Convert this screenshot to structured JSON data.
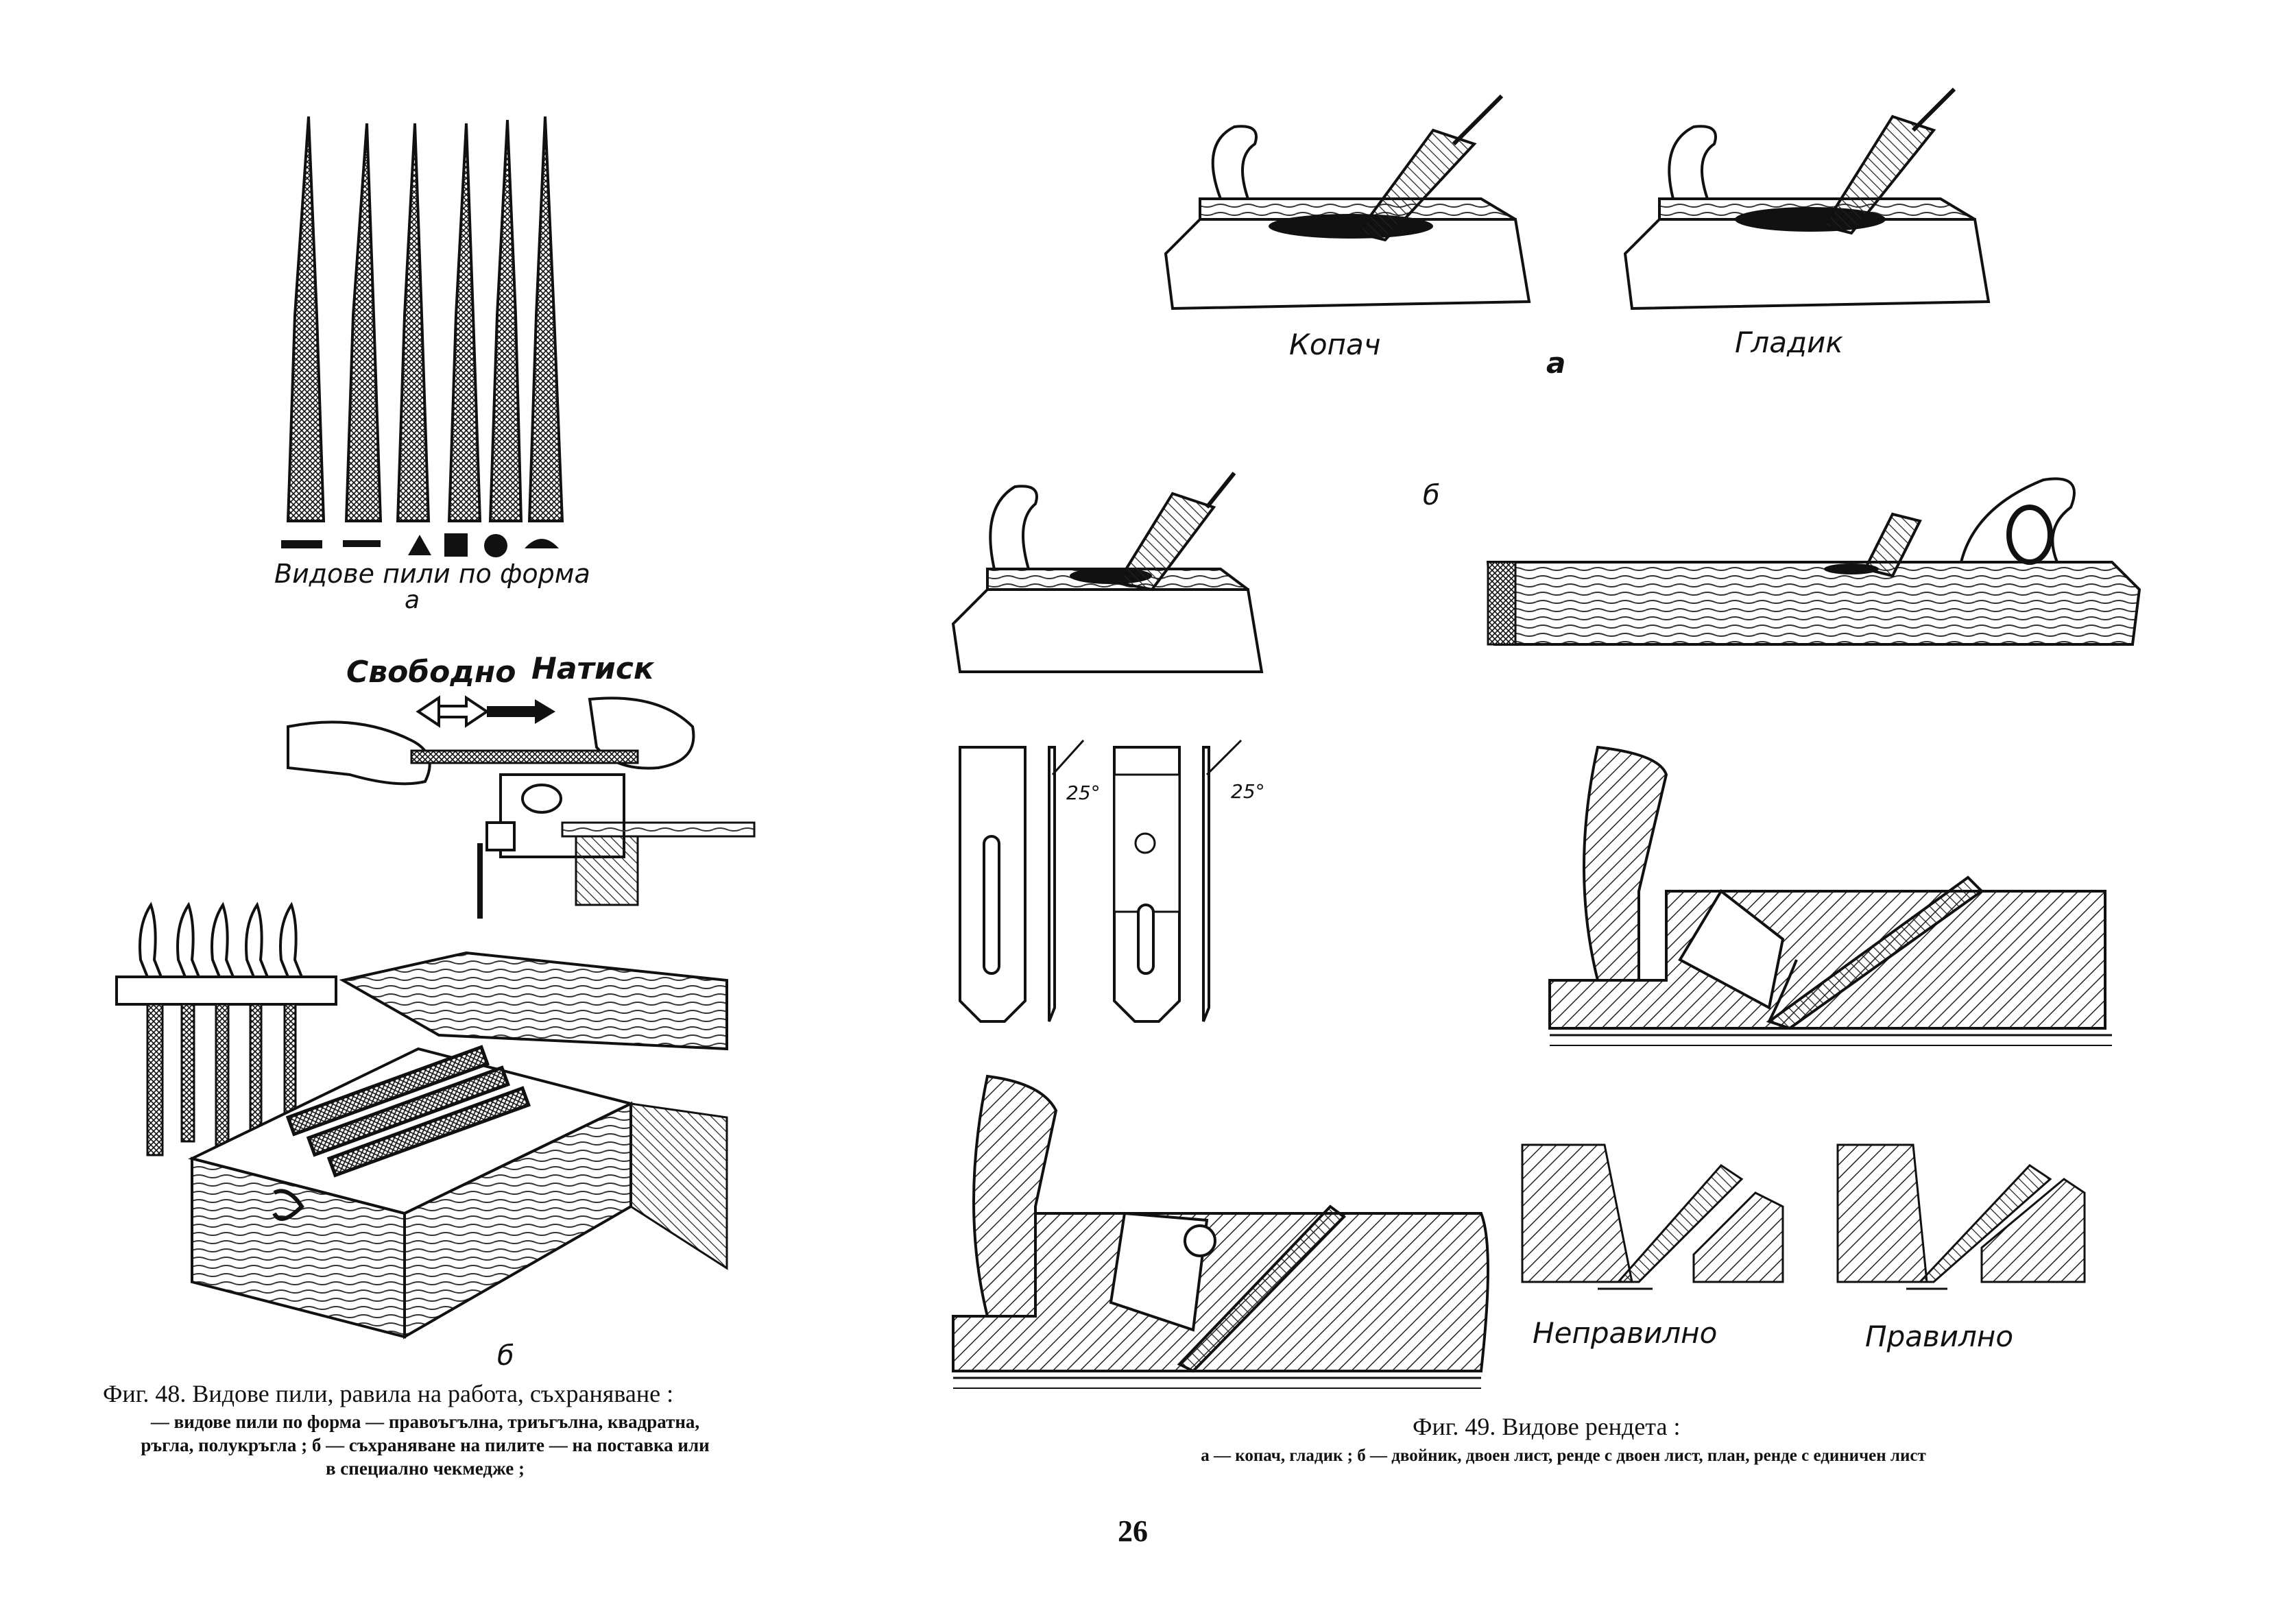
{
  "page_number": "26",
  "fig48": {
    "label_a_text": "Видове пили по форма",
    "label_a": "а",
    "label_free": "Свободно",
    "label_press": "Натиск",
    "label_b": "б",
    "caption_title": "Фиг. 48. Видове пили,  равила на работа, съхраняване :",
    "caption_line1": "— видове пили по форма — правоъгълна, триъгълна, квадратна,",
    "caption_line2": "ръгла, полукръгла ; б — съхраняване на пилите — на поставка или",
    "caption_line3": "в специално чекмедже ;"
  },
  "fig49": {
    "label_kopach": "Копач",
    "label_a": "а",
    "label_gladik": "Гладик",
    "label_b": "б",
    "angle_1": "25°",
    "angle_2": "25°",
    "label_wrong": "Неправилно",
    "label_right": "Правилно",
    "caption_title": "Фиг. 49. Видове рендета :",
    "caption_line1": "а — копач, гладик ; б — двойник, двоен лист, ренде с двоен лист,      план, ренде с единичен лист"
  }
}
